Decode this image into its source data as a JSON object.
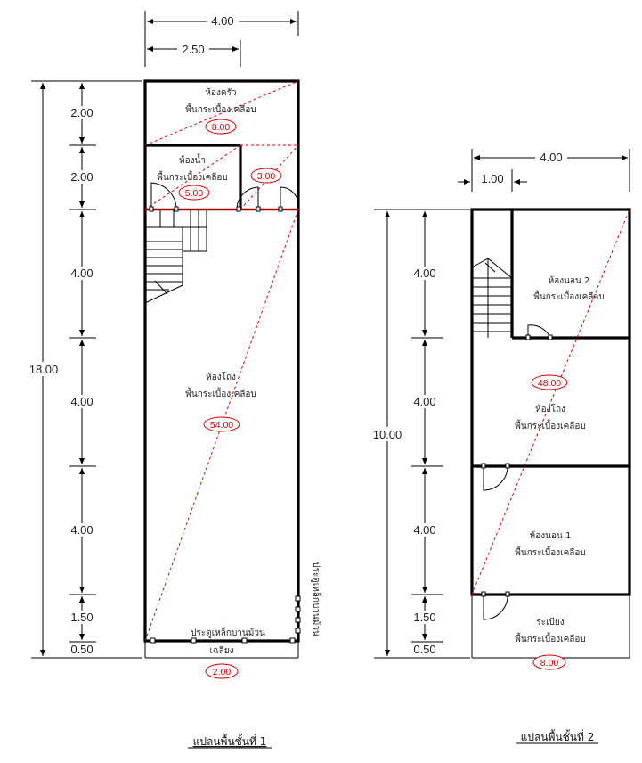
{
  "plan1": {
    "title": "แปลนพื้นชั้นที่ 1",
    "width_total": "4.00",
    "width_partial": "2.50",
    "height_total": "18.00",
    "segments": [
      "2.00",
      "2.00",
      "4.00",
      "4.00",
      "4.00",
      "1.50",
      "0.50"
    ],
    "kitchen": {
      "name": "ห้องครัว",
      "floor": "พื้นกระเบื้องเคลือบ",
      "area": "8.00"
    },
    "bathroom": {
      "name": "ห้องน้ำ",
      "floor": "พื้นกระเบื้องเคลือบ",
      "area": "5.00"
    },
    "small_area": "3.00",
    "hall": {
      "name": "ห้องโถง",
      "floor": "พื้นกระเบื้องเคลือบ",
      "area": "54.00"
    },
    "front_door": "ประตูเหล็กบานม้วน",
    "side_door": "ประตูเหล็กบานม้วน",
    "eave": {
      "name": "เฉลียง",
      "area": "2.00"
    }
  },
  "plan2": {
    "title": "แปลนพื้นชั้นที่ 2",
    "width_total": "4.00",
    "width_partial": "1.00",
    "height_total": "10.00",
    "segments": [
      "4.00",
      "4.00",
      "4.00",
      "1.50",
      "0.50"
    ],
    "bedroom2": {
      "name": "ห้องนอน 2",
      "floor": "พื้นกระเบื้องเคลือบ"
    },
    "total_area": "48.00",
    "hall": {
      "name": "ห้องโถง",
      "floor": "พื้นกระเบื้องเคลือบ"
    },
    "bedroom1": {
      "name": "ห้องนอน 1",
      "floor": "พื้นกระเบื้องเคลือบ"
    },
    "balcony": {
      "name": "ระเบียง",
      "floor": "พื้นกระเบื้องเคลือบ",
      "area": "8.00"
    }
  }
}
